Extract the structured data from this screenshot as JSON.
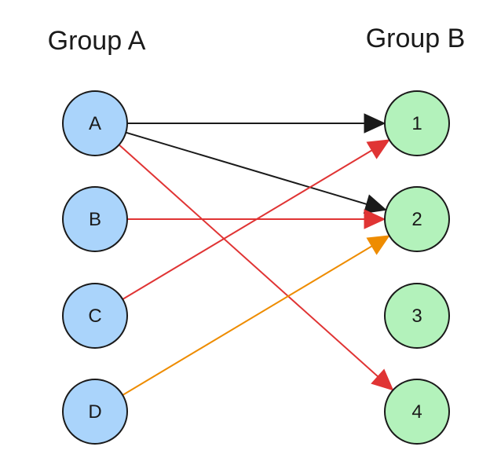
{
  "groups": {
    "a": {
      "title": "Group A",
      "fill": "#aad4fb",
      "nodes": [
        {
          "id": "A",
          "label": "A"
        },
        {
          "id": "B",
          "label": "B"
        },
        {
          "id": "C",
          "label": "C"
        },
        {
          "id": "D",
          "label": "D"
        }
      ]
    },
    "b": {
      "title": "Group B",
      "fill": "#b3f2bb",
      "nodes": [
        {
          "id": "1",
          "label": "1"
        },
        {
          "id": "2",
          "label": "2"
        },
        {
          "id": "3",
          "label": "3"
        },
        {
          "id": "4",
          "label": "4"
        }
      ]
    }
  },
  "edges": [
    {
      "from": "A",
      "to": "1",
      "color": "#1a1a1a"
    },
    {
      "from": "A",
      "to": "2",
      "color": "#1a1a1a"
    },
    {
      "from": "A",
      "to": "4",
      "color": "#e03434"
    },
    {
      "from": "B",
      "to": "2",
      "color": "#e03434"
    },
    {
      "from": "C",
      "to": "1",
      "color": "#e03434"
    },
    {
      "from": "D",
      "to": "2",
      "color": "#ee8c00"
    }
  ]
}
